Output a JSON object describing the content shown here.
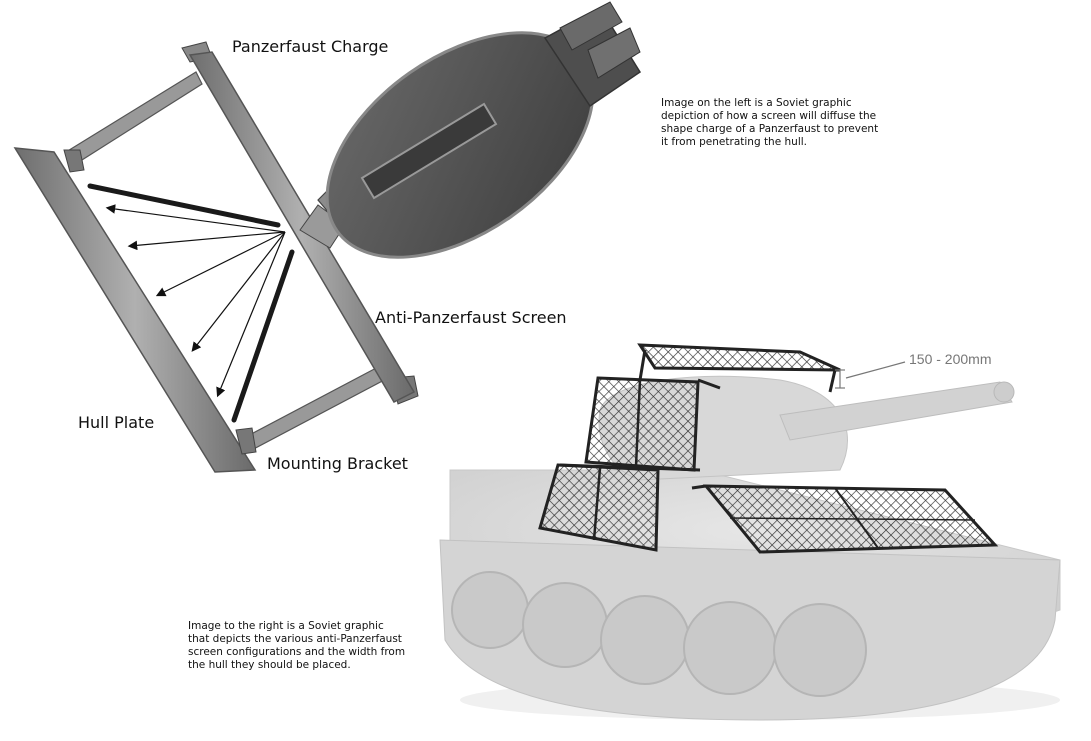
{
  "labels": {
    "panzerfaust_charge": "Panzerfaust Charge",
    "anti_panzerfaust_screen": "Anti-Panzerfaust Screen",
    "hull_plate": "Hull Plate",
    "mounting_bracket": "Mounting Bracket",
    "dimension": "150 - 200mm"
  },
  "captions": {
    "left": [
      "Image on the left is a Soviet graphic",
      "depiction of how a screen will diffuse the",
      "shape charge of a Panzerfaust to prevent",
      "it from penetrating the hull."
    ],
    "right": [
      "Image to the right is a Soviet graphic",
      "that depicts the various anti-Panzerfaust",
      "screen configurations and the width from",
      "the hull they should be placed."
    ]
  },
  "colors": {
    "steel": "#8c8c8c",
    "steel_dark": "#5b5b5b",
    "charge_body": "#555555",
    "tank": "#dcdcdc",
    "mesh": "#3a3a3a"
  }
}
